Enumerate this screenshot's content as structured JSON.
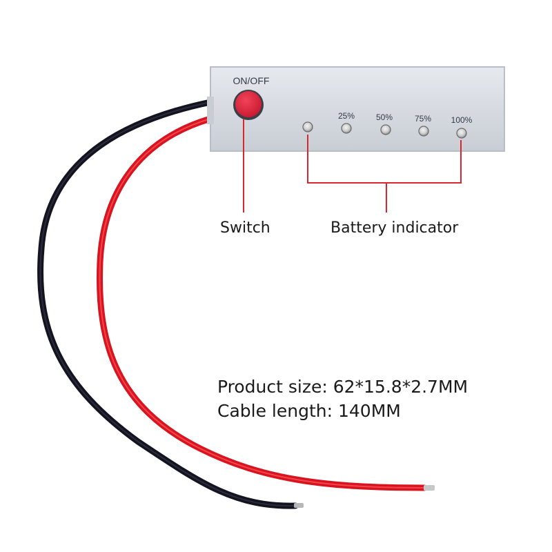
{
  "board": {
    "switch_label": "ON/OFF",
    "levels": [
      "25%",
      "50%",
      "75%",
      "100%"
    ]
  },
  "callouts": {
    "switch": "Switch",
    "battery_indicator": "Battery indicator"
  },
  "specs": {
    "product_size": "Product size: 62*15.8*2.7MM",
    "cable_length": "Cable length: 140MM"
  },
  "colors": {
    "board": "#d8dce2",
    "switch": "#e0283c",
    "callout_line": "#d8262e",
    "red_wire": "#e81e2a",
    "black_wire": "#1c1c2c"
  }
}
